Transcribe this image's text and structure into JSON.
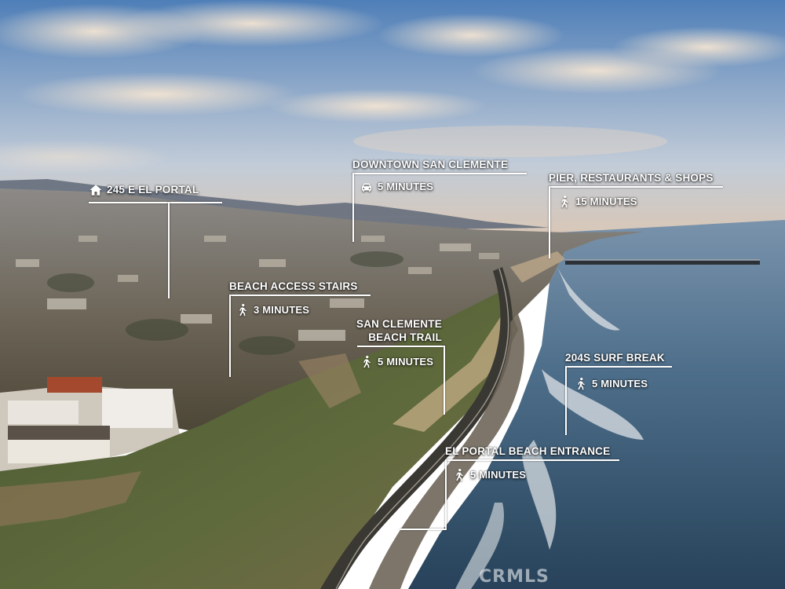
{
  "annotations": {
    "property": {
      "title": "245 E EL PORTAL",
      "icon": "home-icon"
    },
    "downtown": {
      "title": "DOWNTOWN SAN CLEMENTE",
      "time": "5 MINUTES",
      "icon": "car-icon"
    },
    "pier": {
      "title": "PIER, RESTAURANTS & SHOPS",
      "time": "15 MINUTES",
      "icon": "walking-person-icon"
    },
    "beach_stairs": {
      "title": "BEACH ACCESS STAIRS",
      "time": "3 MINUTES",
      "icon": "walking-person-icon"
    },
    "beach_trail": {
      "title_line1": "SAN CLEMENTE",
      "title_line2": "BEACH TRAIL",
      "time": "5 MINUTES",
      "icon": "walking-person-icon"
    },
    "surf_break": {
      "title": "204S SURF BREAK",
      "time": "5 MINUTES",
      "icon": "walking-person-icon"
    },
    "beach_entrance": {
      "title": "EL PORTAL BEACH ENTRANCE",
      "time": "5 MINUTES",
      "icon": "walking-person-icon"
    }
  },
  "watermark": "CRMLS",
  "colors": {
    "label_text": "#ffffff",
    "line": "#ffffff"
  }
}
